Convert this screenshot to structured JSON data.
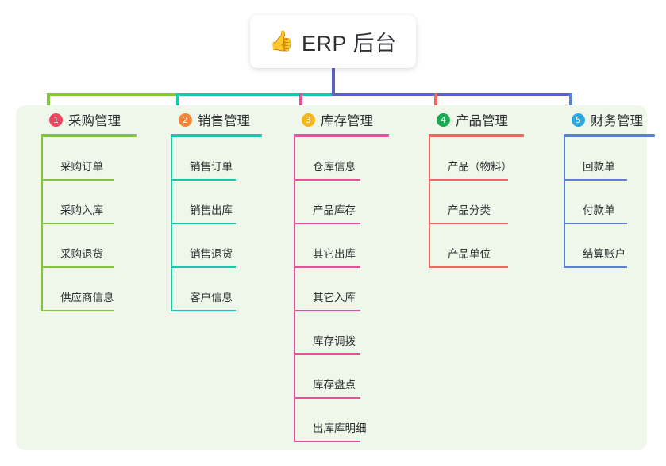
{
  "root": {
    "icon": "thumbs-up-icon",
    "emoji": "👍",
    "title": "ERP 后台"
  },
  "panel": {
    "background": "#eef7e9"
  },
  "trunk_color": "#5b62c4",
  "columns": [
    {
      "number": "1",
      "badge_color": "#f0455e",
      "line_color": "#82c341",
      "title": "采购管理",
      "items": [
        {
          "label": "采购订单"
        },
        {
          "label": "采购入库"
        },
        {
          "label": "采购退货"
        },
        {
          "label": "供应商信息"
        }
      ]
    },
    {
      "number": "2",
      "badge_color": "#f58634",
      "line_color": "#17c8ad",
      "title": "销售管理",
      "items": [
        {
          "label": "销售订单"
        },
        {
          "label": "销售出库"
        },
        {
          "label": "销售退货"
        },
        {
          "label": "客户信息"
        }
      ]
    },
    {
      "number": "3",
      "badge_color": "#f7b618",
      "line_color": "#ea4d9c",
      "title": "库存管理",
      "items": [
        {
          "label": "仓库信息"
        },
        {
          "label": "产品库存"
        },
        {
          "label": "其它出库"
        },
        {
          "label": "其它入库"
        },
        {
          "label": "库存调拨"
        },
        {
          "label": "库存盘点"
        },
        {
          "label": "出库库明细"
        }
      ]
    },
    {
      "number": "4",
      "badge_color": "#19ab53",
      "line_color": "#f4645f",
      "title": "产品管理",
      "items": [
        {
          "label": "产品（物料）"
        },
        {
          "label": "产品分类"
        },
        {
          "label": "产品单位"
        }
      ]
    },
    {
      "number": "5",
      "badge_color": "#2ca8e0",
      "line_color": "#5b7fd4",
      "title": "财务管理",
      "items": [
        {
          "label": "回款单"
        },
        {
          "label": "付款单"
        },
        {
          "label": "结算账户"
        }
      ]
    }
  ]
}
